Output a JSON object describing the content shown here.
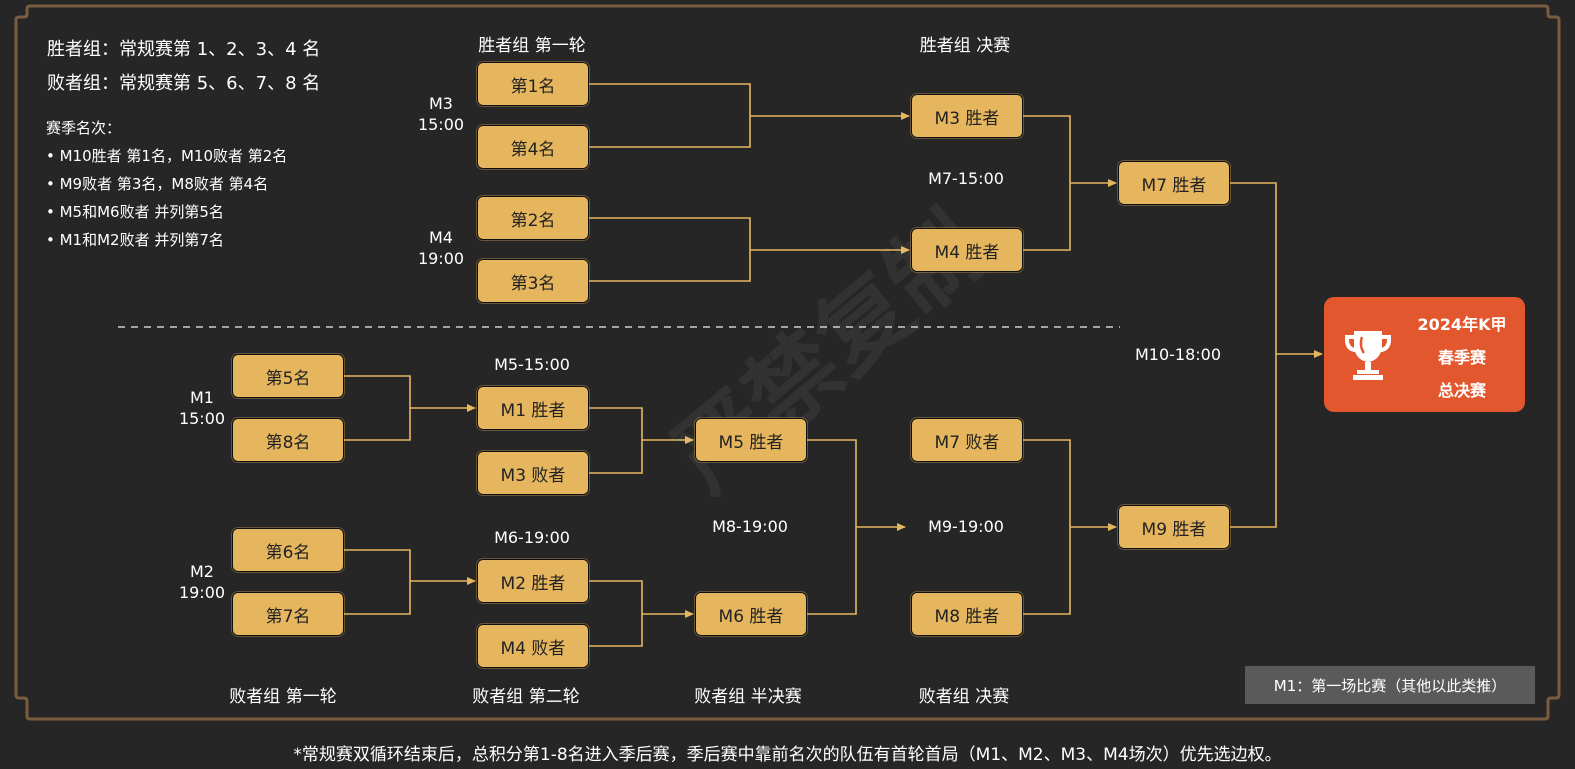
{
  "legend": {
    "winners": "胜者组：常规赛第 1、2、3、4 名",
    "losers": "败者组：常规赛第 5、6、7、8 名"
  },
  "ranking": {
    "title": "赛季名次：",
    "items": [
      "• M10胜者 第1名，M10败者 第2名",
      "• M9败者 第3名，M8败者 第4名",
      "• M5和M6败者 并列第5名",
      "• M1和M2败者 并列第7名"
    ]
  },
  "columns": {
    "winners_round1": "胜者组 第一轮",
    "winners_final": "胜者组 决赛",
    "losers_round1": "败者组 第一轮",
    "losers_round2": "败者组 第二轮",
    "losers_semi": "败者组 半决赛",
    "losers_final": "败者组 决赛"
  },
  "matches": {
    "m3": {
      "name": "M3",
      "time": "15:00"
    },
    "m4": {
      "name": "M4",
      "time": "19:00"
    },
    "m1": {
      "name": "M1",
      "time": "15:00"
    },
    "m2": {
      "name": "M2",
      "time": "19:00"
    },
    "m7": "M7-15:00",
    "m5": "M5-15:00",
    "m6": "M6-19:00",
    "m8": "M8-19:00",
    "m9": "M9-19:00",
    "m10": "M10-18:00"
  },
  "boxes": {
    "seed1": "第1名",
    "seed4": "第4名",
    "seed2": "第2名",
    "seed3": "第3名",
    "m3_winner": "M3 胜者",
    "m4_winner": "M4 胜者",
    "m7_winner": "M7 胜者",
    "seed5": "第5名",
    "seed8": "第8名",
    "seed6": "第6名",
    "seed7": "第7名",
    "m1_winner": "M1 胜者",
    "m3_loser": "M3 败者",
    "m2_winner": "M2 胜者",
    "m4_loser": "M4 败者",
    "m5_winner": "M5 胜者",
    "m6_winner": "M6 胜者",
    "m7_loser": "M7 败者",
    "m8_winner": "M8 胜者",
    "m9_winner": "M9 胜者"
  },
  "final": {
    "line1": "2024年K甲",
    "line2": "春季赛",
    "line3": "总决赛",
    "icon": "trophy-icon"
  },
  "note": "M1：第一场比赛（其他以此类推）",
  "footnote": "*常规赛双循环结束后，总积分第1-8名进入季后赛，季后赛中靠前名次的队伍有首轮首局（M1、M2、M3、M4场次）优先选边权。",
  "watermark": "严禁复制",
  "colors": {
    "background": "#262626",
    "frame": "#7a5c3e",
    "box": "#e6b65f",
    "connector": "#e6b65f",
    "final": "#e2572e",
    "note": "#5a5a5a"
  }
}
